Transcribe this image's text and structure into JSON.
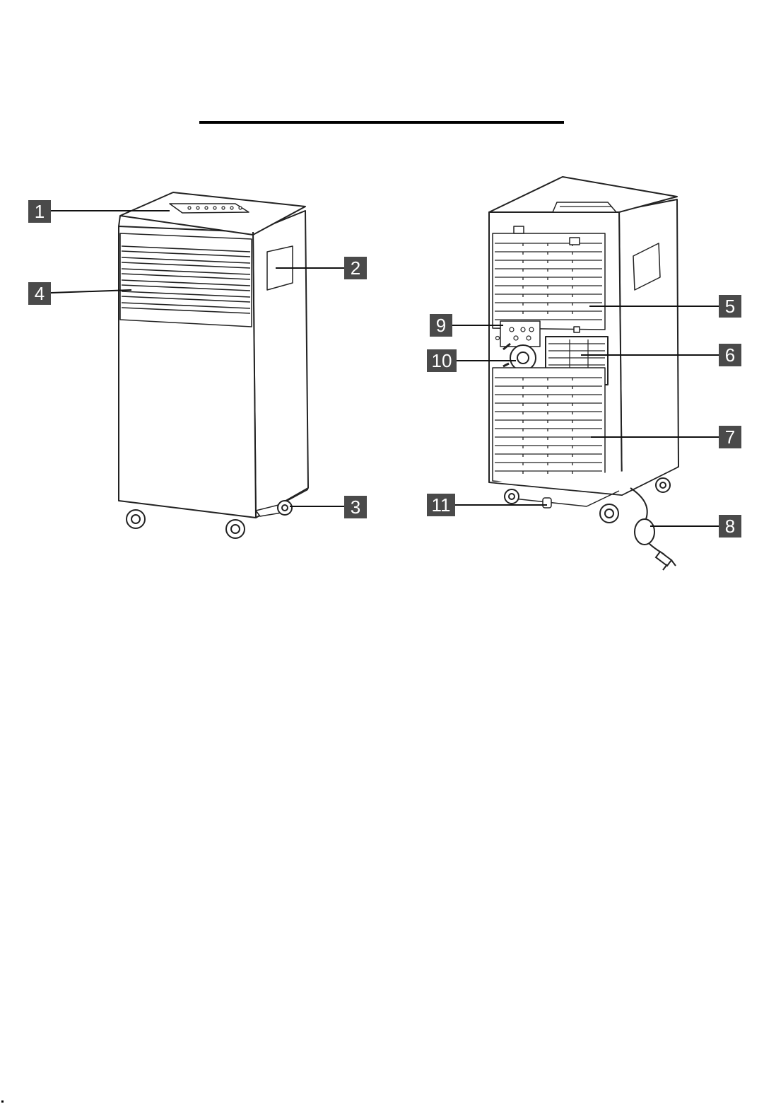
{
  "callouts": {
    "c1": "1",
    "c2": "2",
    "c3": "3",
    "c4": "4",
    "c5": "5",
    "c6": "6",
    "c7": "7",
    "c8": "8",
    "c9": "9",
    "c10": "10",
    "c11": "11"
  },
  "colors": {
    "ink": "#1f1f1f",
    "label_box": "#4a4a4a",
    "label_text": "#ffffff",
    "title_rule": "#000000"
  },
  "icons": {
    "front_unit": "portable-air-conditioner-front",
    "rear_unit": "portable-air-conditioner-rear",
    "plug": "power-plug"
  }
}
